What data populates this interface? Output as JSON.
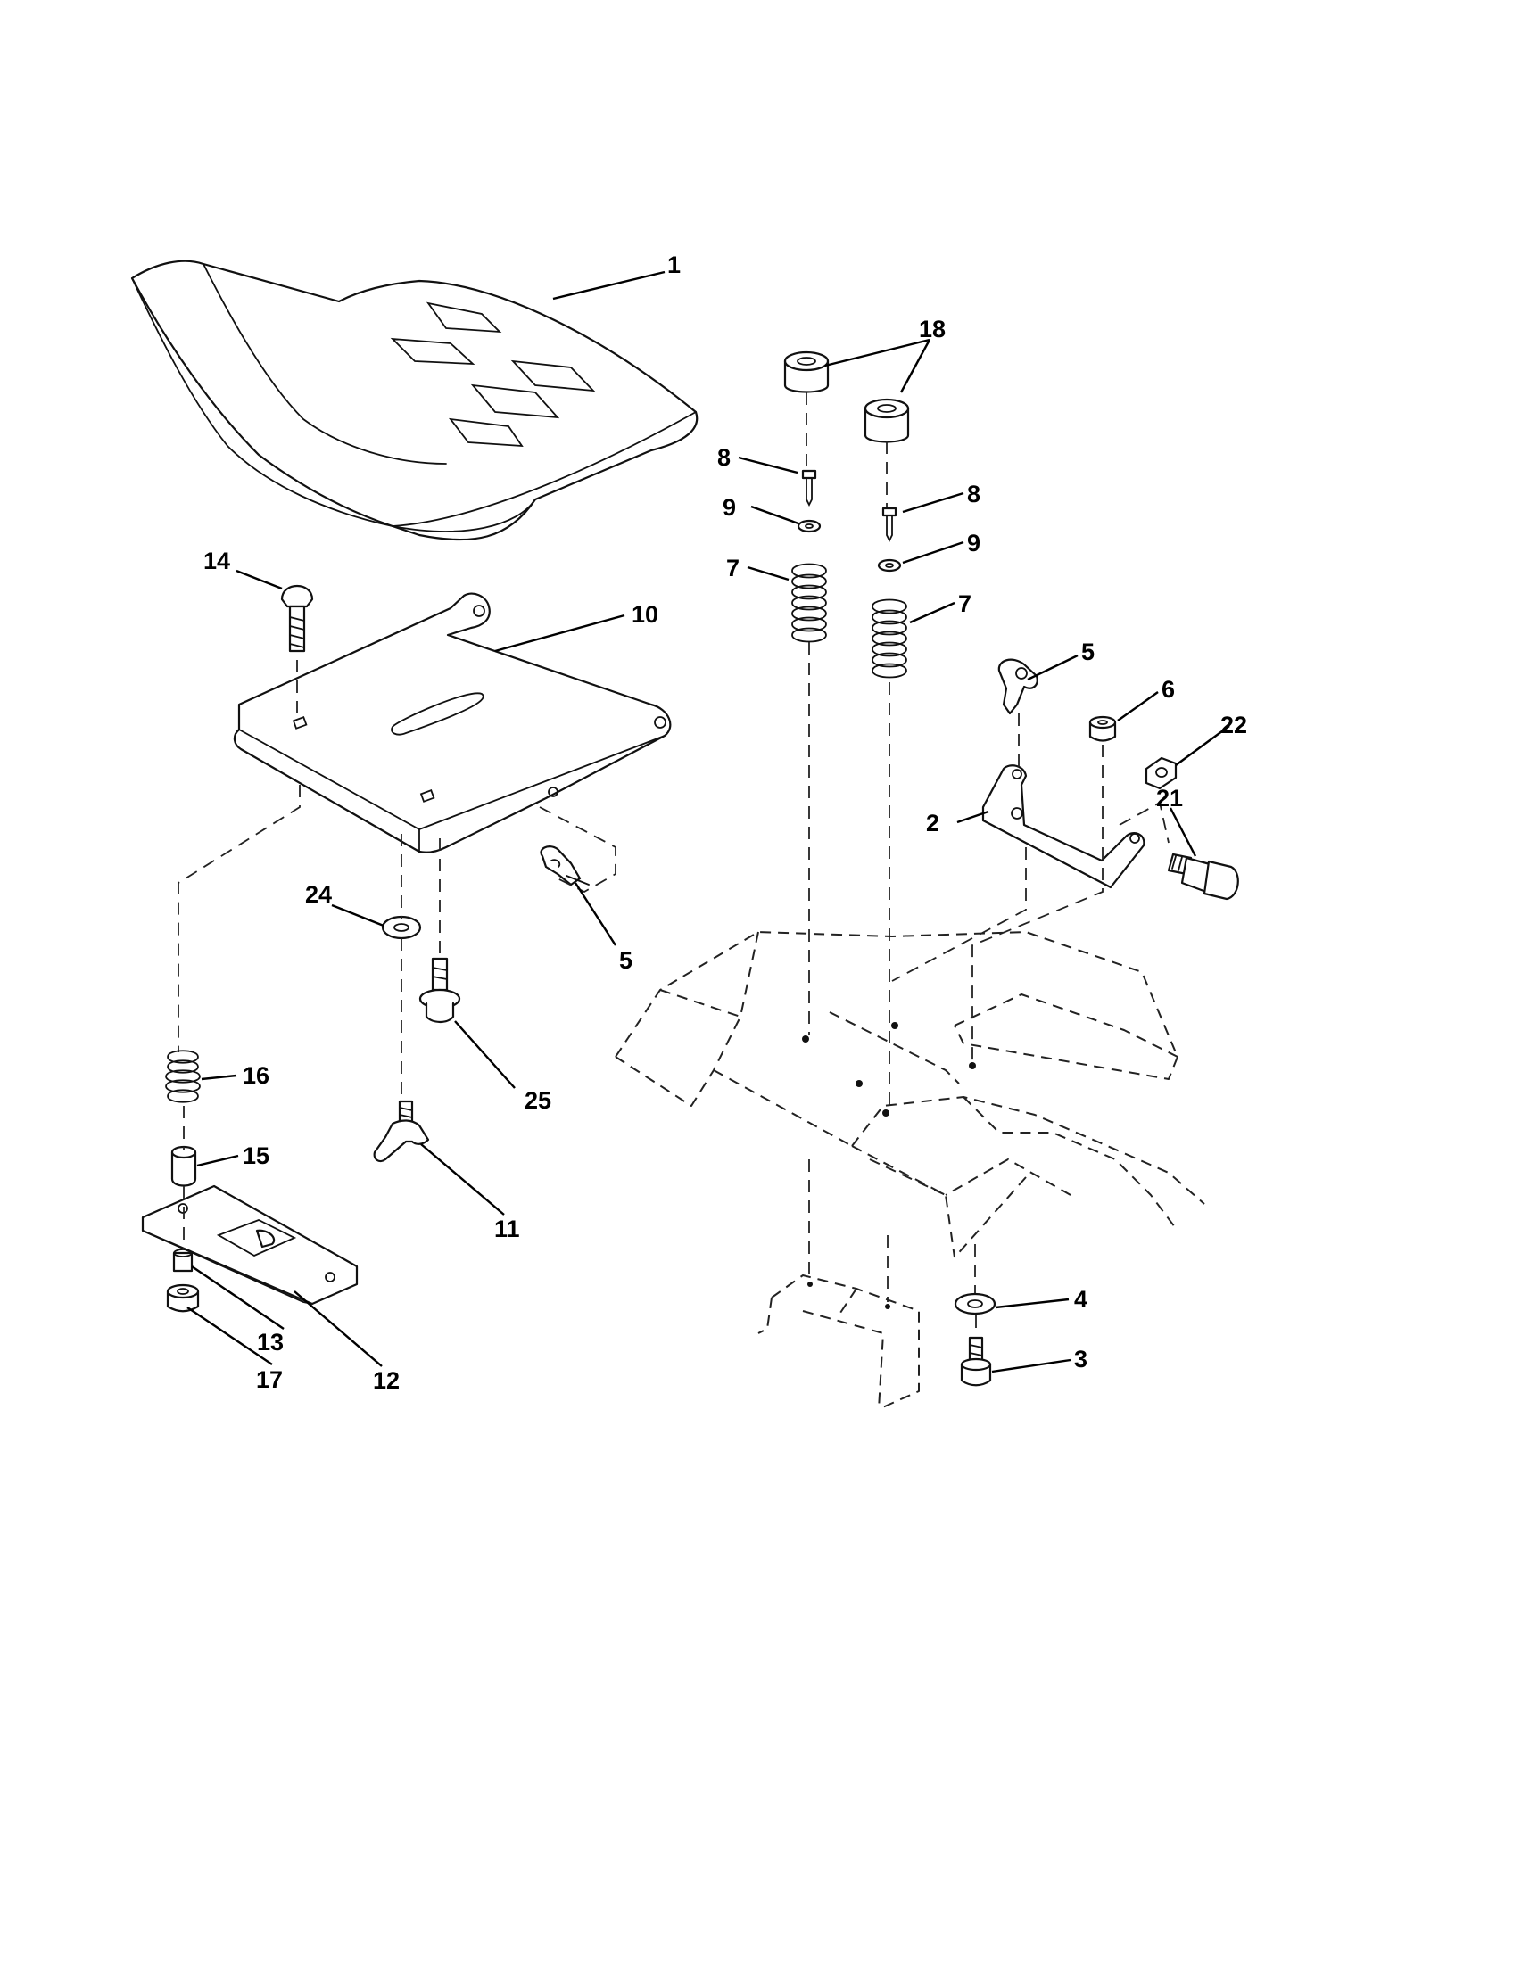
{
  "colors": {
    "line": "#111111",
    "background": "#ffffff"
  },
  "callouts": {
    "c1": "1",
    "c2": "2",
    "c3": "3",
    "c4": "4",
    "c5a": "5",
    "c5b": "5",
    "c6": "6",
    "c7a": "7",
    "c7b": "7",
    "c8a": "8",
    "c8b": "8",
    "c9a": "9",
    "c9b": "9",
    "c10": "10",
    "c11": "11",
    "c12": "12",
    "c13": "13",
    "c14": "14",
    "c15": "15",
    "c16": "16",
    "c17": "17",
    "c18": "18",
    "c21": "21",
    "c22": "22",
    "c24": "24",
    "c25": "25"
  }
}
